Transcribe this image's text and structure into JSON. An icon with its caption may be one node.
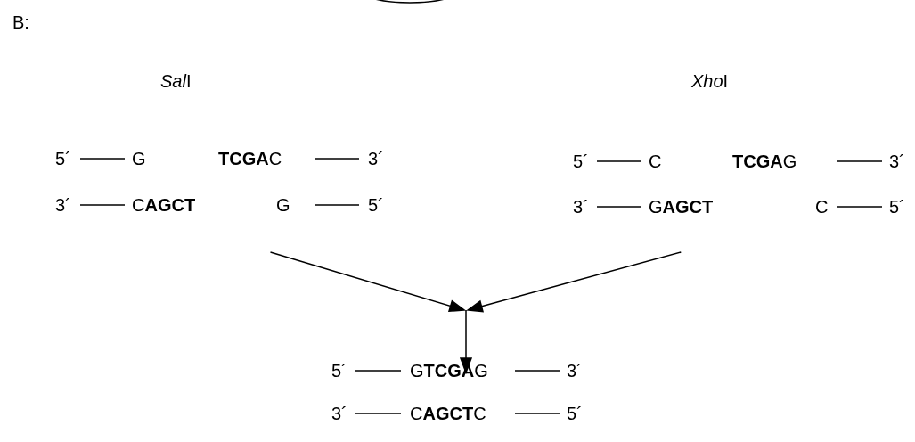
{
  "diagram": {
    "nodes": [
      {
        "text": [],
        "shape": "circle"
      },
      {
        "text": [
          "SalI",
          "5´",
          "G",
          "**TCGA**C",
          "3´",
          "3´",
          "C**AGCT**",
          "G",
          "5´"
        ]
      },
      {
        "text": [
          "XhoI",
          "5´",
          "C",
          "**TCGA**G",
          "3´",
          "3´",
          "G**AGCT**",
          "C",
          "5´"
        ]
      },
      {
        "text": [
          "5´",
          "G**TCGA**G",
          "3´",
          "3´",
          "C**AGCT**C",
          "5´"
        ]
      }
    ],
    "edges": [
      {
        "from": 1,
        "to": 3,
        "arrow": "to"
      },
      {
        "from": 2,
        "to": 3,
        "arrow": "to"
      }
    ],
    "labels": [
      "B:"
    ]
  }
}
